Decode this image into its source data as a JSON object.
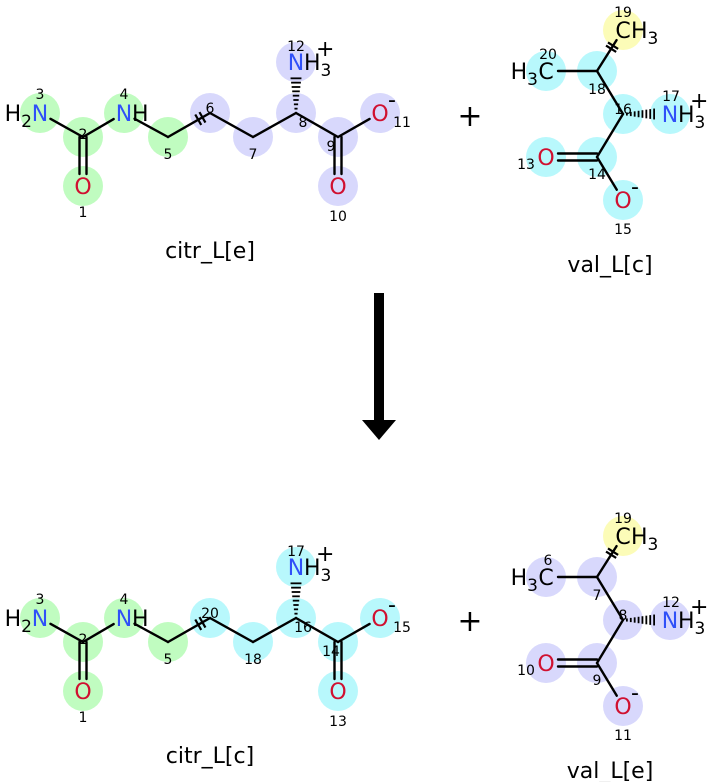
{
  "colors": {
    "green": "#c0fcc0",
    "lavender": "#d8d8fc",
    "cyan": "#b8f8fc",
    "yellow": "#fcfcb8",
    "N": "#3050f8",
    "O": "#d01030",
    "C": "#000000"
  },
  "reaction": {
    "plus_top": "+",
    "plus_bottom": "+",
    "arrow": "down-arrow"
  },
  "molecules": [
    {
      "id": "citr_top",
      "type": "citr",
      "caption": "citr_L[e]",
      "atoms": [
        {
          "num": "1",
          "sym": "O",
          "hl": "green"
        },
        {
          "num": "2",
          "sym": "",
          "hl": "green"
        },
        {
          "num": "3",
          "sym": "N",
          "pre": "H2",
          "hl": "green"
        },
        {
          "num": "4",
          "sym": "N",
          "post": "H",
          "hl": "green"
        },
        {
          "num": "5",
          "sym": "",
          "hl": "green"
        },
        {
          "num": "6",
          "sym": "",
          "hl": "lavender"
        },
        {
          "num": "7",
          "sym": "",
          "hl": "lavender"
        },
        {
          "num": "8",
          "sym": "",
          "hl": "lavender"
        },
        {
          "num": "9",
          "sym": "",
          "hl": "lavender"
        },
        {
          "num": "10",
          "sym": "O",
          "hl": "lavender"
        },
        {
          "num": "11",
          "sym": "O",
          "charge": "-",
          "hl": "lavender"
        },
        {
          "num": "12",
          "sym": "N",
          "post": "H3",
          "charge": "+",
          "hl": "lavender"
        }
      ]
    },
    {
      "id": "val_top",
      "type": "val",
      "caption": "val_L[c]",
      "atoms": [
        {
          "num": "19",
          "sym": "C",
          "post": "H3",
          "hl": "yellow"
        },
        {
          "num": "20",
          "sym": "C",
          "pre": "H3",
          "hl": "cyan"
        },
        {
          "num": "18",
          "sym": "",
          "hl": "cyan"
        },
        {
          "num": "16",
          "sym": "",
          "hl": "cyan"
        },
        {
          "num": "17",
          "sym": "N",
          "post": "H3",
          "charge": "+",
          "hl": "cyan"
        },
        {
          "num": "14",
          "sym": "",
          "hl": "cyan"
        },
        {
          "num": "13",
          "sym": "O",
          "hl": "cyan"
        },
        {
          "num": "15",
          "sym": "O",
          "charge": "-",
          "hl": "cyan"
        }
      ]
    },
    {
      "id": "citr_bottom",
      "type": "citr",
      "caption": "citr_L[c]",
      "atoms": [
        {
          "num": "1",
          "sym": "O",
          "hl": "green"
        },
        {
          "num": "2",
          "sym": "",
          "hl": "green"
        },
        {
          "num": "3",
          "sym": "N",
          "pre": "H2",
          "hl": "green"
        },
        {
          "num": "4",
          "sym": "N",
          "post": "H",
          "hl": "green"
        },
        {
          "num": "5",
          "sym": "",
          "hl": "green"
        },
        {
          "num": "20",
          "sym": "",
          "hl": "cyan"
        },
        {
          "num": "18",
          "sym": "",
          "hl": "cyan"
        },
        {
          "num": "16",
          "sym": "",
          "hl": "cyan"
        },
        {
          "num": "14",
          "sym": "",
          "hl": "cyan"
        },
        {
          "num": "13",
          "sym": "O",
          "hl": "cyan"
        },
        {
          "num": "15",
          "sym": "O",
          "charge": "-",
          "hl": "cyan"
        },
        {
          "num": "17",
          "sym": "N",
          "post": "H3",
          "charge": "+",
          "hl": "cyan"
        }
      ]
    },
    {
      "id": "val_bottom",
      "type": "val",
      "caption": "val_L[e]",
      "atoms": [
        {
          "num": "19",
          "sym": "C",
          "post": "H3",
          "hl": "yellow"
        },
        {
          "num": "6",
          "sym": "C",
          "pre": "H3",
          "hl": "lavender"
        },
        {
          "num": "7",
          "sym": "",
          "hl": "lavender"
        },
        {
          "num": "8",
          "sym": "",
          "hl": "lavender"
        },
        {
          "num": "12",
          "sym": "N",
          "post": "H3",
          "charge": "+",
          "hl": "lavender"
        },
        {
          "num": "9",
          "sym": "",
          "hl": "lavender"
        },
        {
          "num": "10",
          "sym": "O",
          "hl": "lavender"
        },
        {
          "num": "11",
          "sym": "O",
          "charge": "-",
          "hl": "lavender"
        }
      ]
    }
  ]
}
